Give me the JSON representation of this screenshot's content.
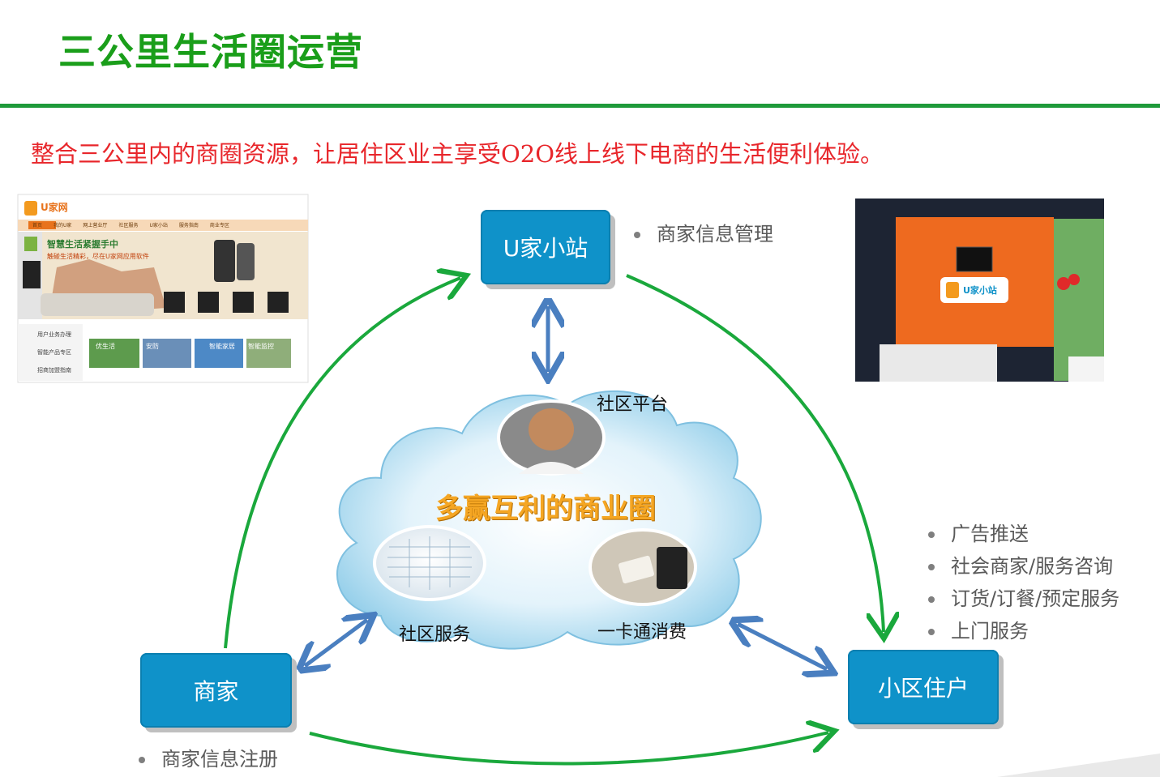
{
  "title": "三公里生活圈运营",
  "subtitle": "整合三公里内的商圈资源，让居住区业主享受O2O线上线下电商的生活便利体验。",
  "nodes": {
    "station": "U家小站",
    "merchant": "商家",
    "resident": "小区住户"
  },
  "station_bullets": [
    "商家信息管理"
  ],
  "merchant_bullets": [
    "商家信息注册"
  ],
  "resident_bullets": [
    "广告推送",
    "社会商家/服务咨询",
    "订货/订餐/预定服务",
    "上门服务"
  ],
  "cloud": {
    "center": "多赢互利的商业圈",
    "labels": [
      "社区平台",
      "社区服务",
      "一卡通消费"
    ]
  },
  "website": {
    "logo": "U家网",
    "slogan": "智慧生活紧握手中",
    "tagline": "触碰生活精彩，尽在U家网应用软件",
    "nav": [
      "首页",
      "我的U家",
      "网上营业厅",
      "社区服务",
      "U家小站",
      "服务指南",
      "商业专区"
    ],
    "side": [
      "用户业务办理",
      "智能产品专区",
      "招商加盟指南"
    ],
    "tiles": [
      "优生活",
      "安防",
      "智能家居",
      "智能监控"
    ]
  },
  "photo": {
    "sign": "U家小站"
  },
  "colors": {
    "title": "#1a9e1a",
    "subtitle": "#e8262b",
    "node": "#0f92c9",
    "green_arrow": "#1aa83c",
    "blue_arrow": "#4a7fc0",
    "center_text": "#f5a623"
  }
}
